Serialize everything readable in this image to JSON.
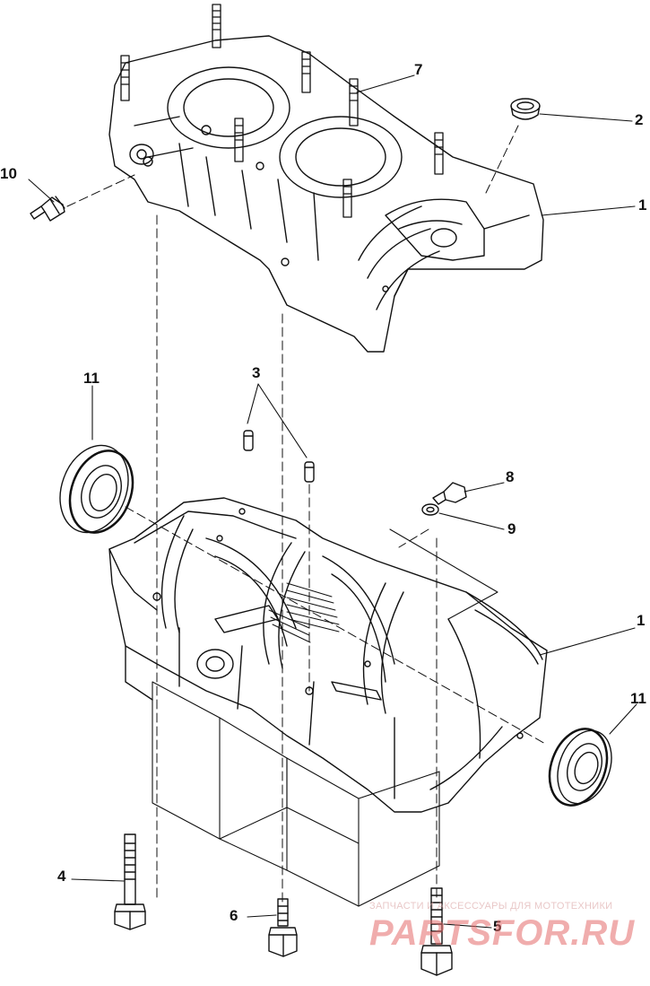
{
  "diagram": {
    "callouts": [
      {
        "id": "c7",
        "label": "7"
      },
      {
        "id": "c2",
        "label": "2"
      },
      {
        "id": "c10",
        "label": "10"
      },
      {
        "id": "c1-upper",
        "label": "1"
      },
      {
        "id": "c11-left",
        "label": "11"
      },
      {
        "id": "c3",
        "label": "3"
      },
      {
        "id": "c8",
        "label": "8"
      },
      {
        "id": "c9",
        "label": "9"
      },
      {
        "id": "c1-lower",
        "label": "1"
      },
      {
        "id": "c11-right",
        "label": "11"
      },
      {
        "id": "c4",
        "label": "4"
      },
      {
        "id": "c6",
        "label": "6"
      },
      {
        "id": "c5",
        "label": "5"
      }
    ],
    "colors": {
      "ink": "#111111",
      "paper": "#ffffff",
      "watermark": "#e46b6b"
    }
  },
  "watermark": {
    "tagline": "ЗАПЧАСТИ И АКСЕССУАРЫ ДЛЯ МОТОТЕХНИКИ",
    "brand": "PARTSFOR.RU"
  }
}
